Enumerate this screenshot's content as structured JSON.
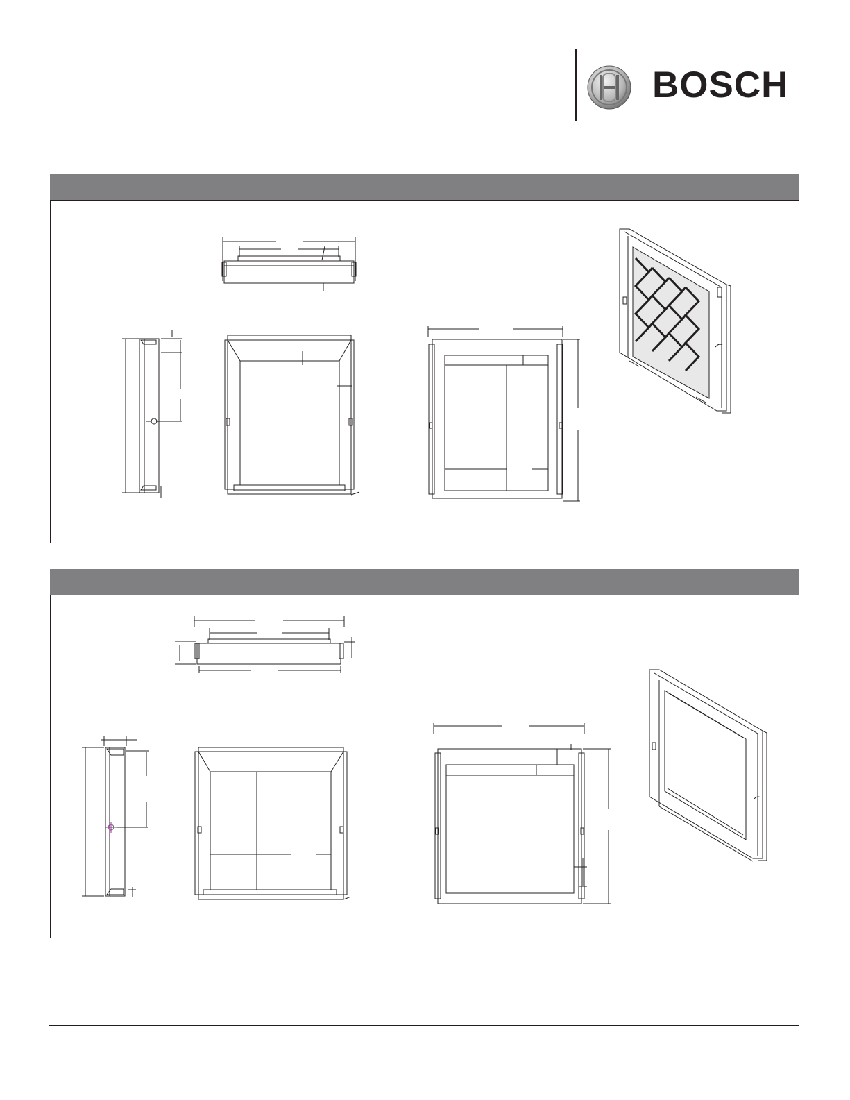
{
  "brand": {
    "name": "BOSCH",
    "logo_icon": "bosch-armature-logo-icon"
  },
  "sections": [
    {
      "id": "section-1",
      "header_title": "",
      "views": [
        "top-view-icon",
        "side-view-icon",
        "front-view-icon",
        "rear-view-icon",
        "isometric-filter-icon"
      ]
    },
    {
      "id": "section-2",
      "header_title": "",
      "views": [
        "top-view-icon",
        "side-view-icon",
        "front-view-icon",
        "rear-view-icon",
        "isometric-frame-icon"
      ]
    }
  ],
  "colors": {
    "bar": "#808083",
    "ink": "#231f20"
  }
}
